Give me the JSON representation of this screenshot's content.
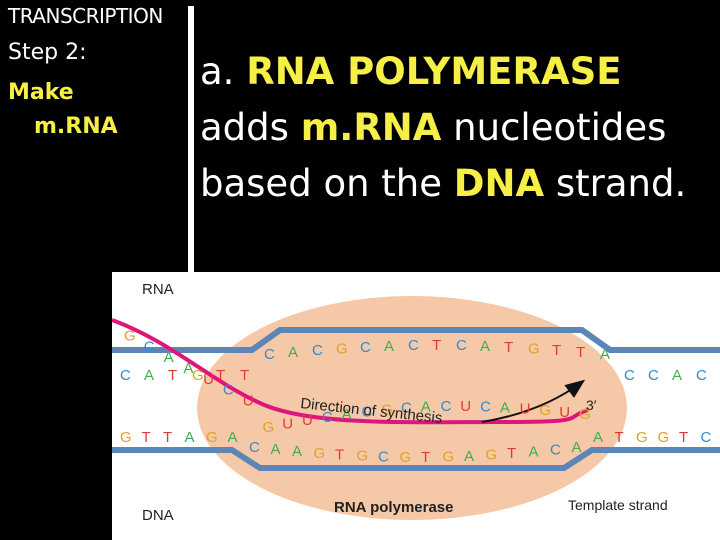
{
  "sidebar": {
    "title": "TRANSCRIPTION",
    "step": "Step 2:",
    "make": "Make",
    "mrna": "m.RNA"
  },
  "main": {
    "line1_prefix": "a.",
    "line1_highlight": "RNA POLYMERASE",
    "line2_prefix": "adds",
    "line2_highlight": "m.RNA",
    "line2_suffix": "nucleotides",
    "line3_prefix": "based on the",
    "line3_highlight": "DNA",
    "line3_suffix": "strand."
  },
  "diagram": {
    "label_rna": "RNA",
    "label_dna": "DNA",
    "label_direction": "Direction of synthesis",
    "label_three_prime": "3′",
    "label_polymerase": "RNA polymerase",
    "label_template": "Template strand",
    "rna_bases": [
      "G",
      "C",
      "A",
      "A",
      "U",
      "C",
      "U",
      "G",
      "U",
      "U",
      "C",
      "A",
      "C",
      "G",
      "C",
      "A",
      "C",
      "U",
      "C",
      "A",
      "U",
      "G",
      "U",
      "G"
    ],
    "coding_bases": [
      "C",
      "A",
      "T",
      "G",
      "T",
      "T",
      "C",
      "A",
      "C",
      "G",
      "C",
      "A",
      "C",
      "T",
      "C",
      "A",
      "T",
      "G",
      "T",
      "T",
      "A",
      "C",
      "C",
      "A",
      "C"
    ],
    "template_bases": [
      "G",
      "T",
      "T",
      "A",
      "G",
      "A",
      "C",
      "A",
      "A",
      "G",
      "T",
      "G",
      "C",
      "G",
      "T",
      "G",
      "A",
      "G",
      "T",
      "A",
      "C",
      "A",
      "A",
      "T",
      "G",
      "G",
      "T",
      "C"
    ],
    "colors": {
      "accent_yellow": "#f5ef46",
      "dna_blue": "#5b87b8",
      "rna_magenta": "#e0157c",
      "bubble": "#f5c9a8",
      "base_A": "#3fae49",
      "base_C": "#2e8bd0",
      "base_G": "#e1a31e",
      "base_T": "#e33b2f",
      "base_U": "#e33b2f"
    }
  }
}
